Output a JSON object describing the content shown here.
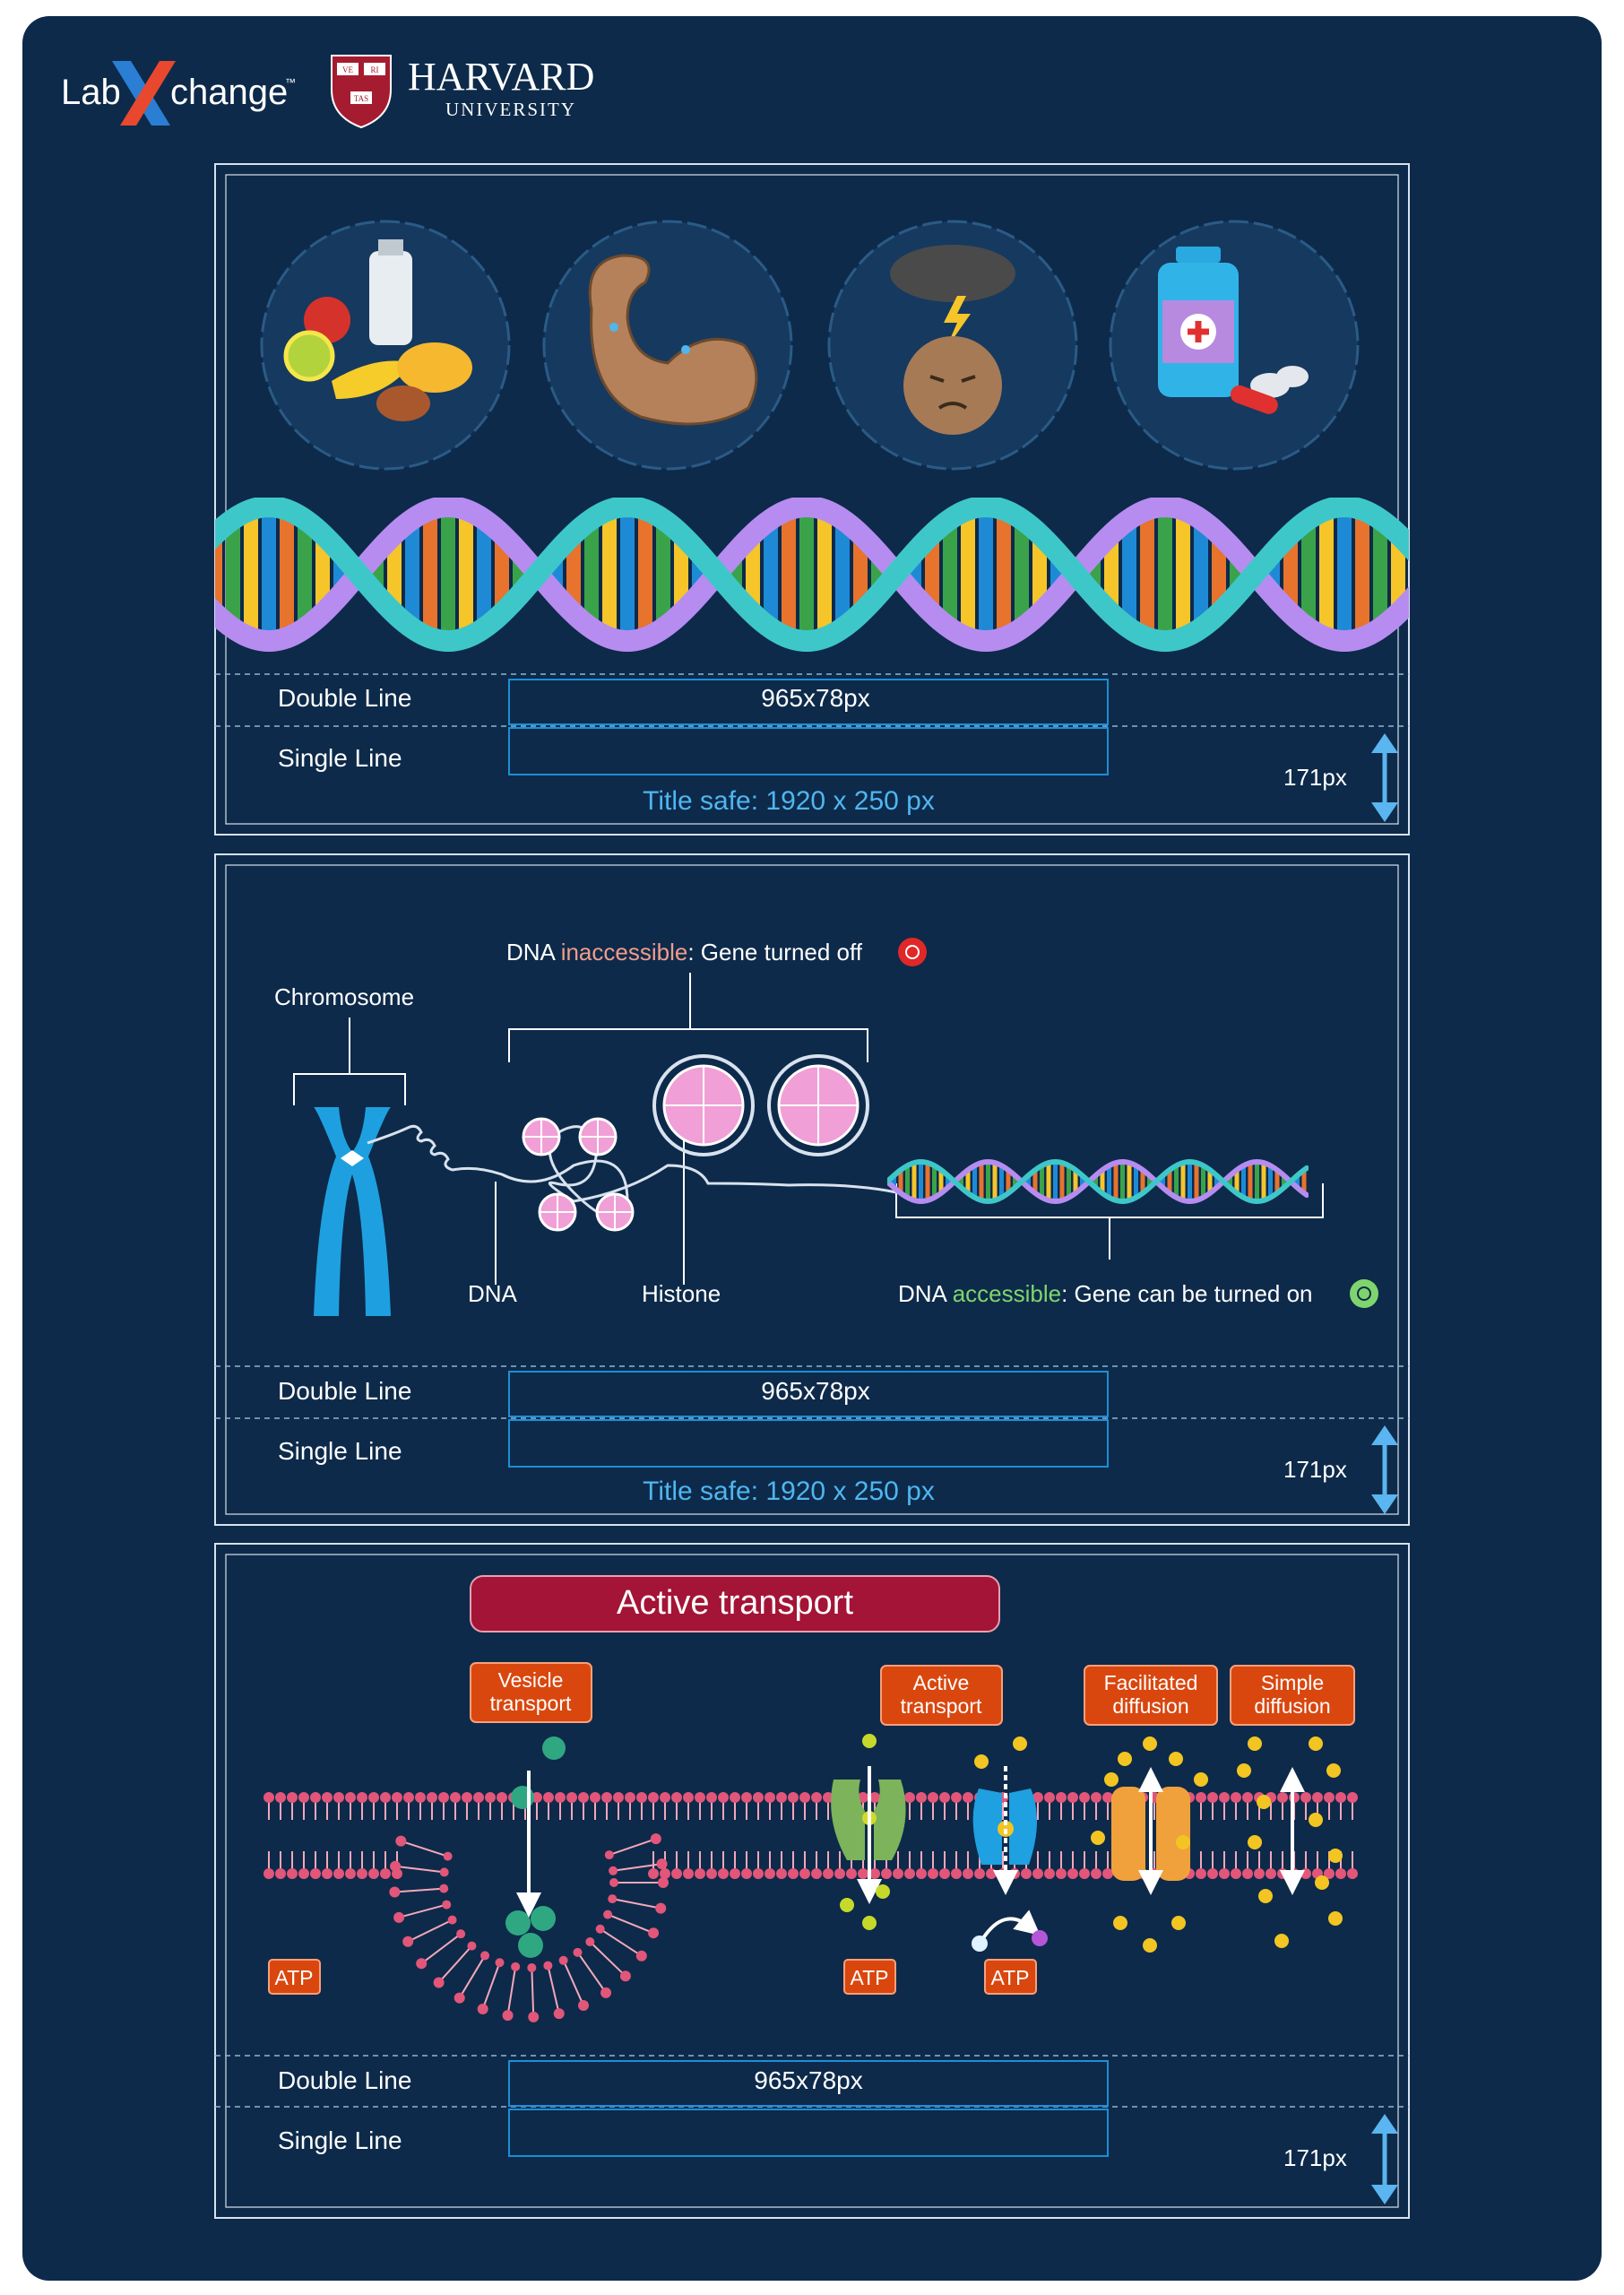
{
  "colors": {
    "background": "#ffffff",
    "card": "#0d2a4a",
    "frame": "#d8e2ee",
    "guide": "#1c8fd6",
    "title_safe": "#4fb6f0",
    "arrow": "#5ab5f0",
    "inaccessible": "#f29c8a",
    "accessible": "#7fd56d",
    "banner": "#a31436",
    "tag": "#d9470f",
    "histone": "#f0a0d6",
    "chromosome": "#1ea0e0"
  },
  "header": {
    "brand_lab": "Lab",
    "brand_change": "change",
    "brand_tm": "™",
    "harvard_name": "HARVARD",
    "harvard_sub": "UNIVERSITY",
    "shield_ve": "VE",
    "shield_ri": "RI",
    "shield_tas": "TAS"
  },
  "panels": [
    {
      "icons": [
        "food-icon",
        "flexed-arm-icon",
        "stressed-face-icon",
        "medicine-icon"
      ],
      "double_line": "Double Line",
      "single_line": "Single Line",
      "box_label": "965x78px",
      "height_label": "171px",
      "title_safe": "Title safe: 1920 x 250 px"
    },
    {
      "labels": {
        "inaccessible_pre": "DNA ",
        "inaccessible_word": "inaccessible",
        "inaccessible_post": ": Gene turned off",
        "chromosome": "Chromosome",
        "dna": "DNA",
        "histone": "Histone",
        "accessible_pre": "DNA ",
        "accessible_word": "accessible",
        "accessible_post": ": Gene can be turned on"
      },
      "double_line": "Double Line",
      "single_line": "Single Line",
      "box_label": "965x78px",
      "height_label": "171px",
      "title_safe": "Title safe: 1920 x 250 px"
    },
    {
      "banner": "Active transport",
      "tags": {
        "vesicle_1": "Vesicle",
        "vesicle_2": "transport",
        "active_1": "Active",
        "active_2": "transport",
        "facilitated_1": "Facilitated",
        "facilitated_2": "diffusion",
        "simple_1": "Simple",
        "simple_2": "diffusion",
        "atp": "ATP"
      },
      "double_line": "Double Line",
      "single_line": "Single Line",
      "box_label": "965x78px",
      "height_label": "171px"
    }
  ]
}
